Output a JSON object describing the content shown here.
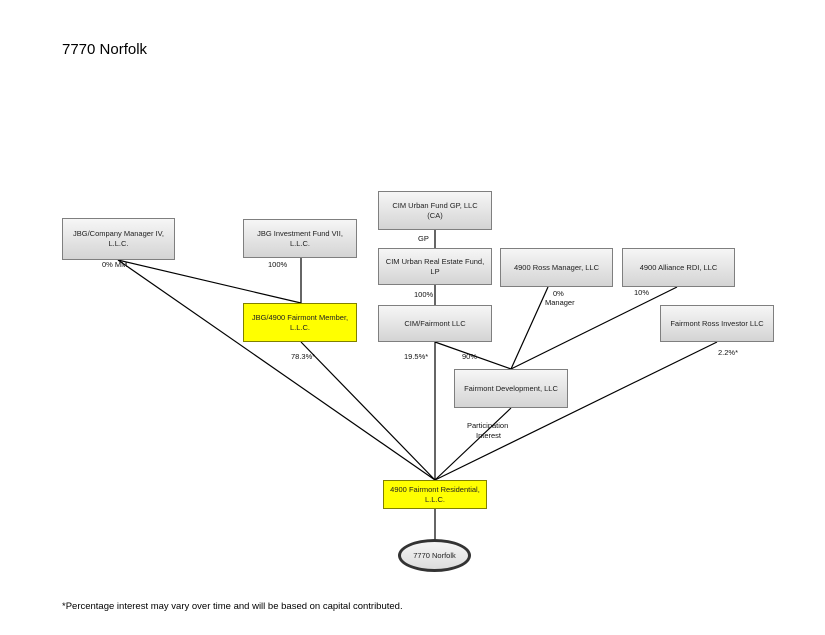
{
  "title": "7770 Norfolk",
  "footnote": "*Percentage interest may vary over time and will be based on capital contributed.",
  "entities": {
    "jbg_company_manager": "JBG/Company Manager IV, L.L.C.",
    "jbg_investment_fund": "JBG Investment Fund VII, L.L.C.",
    "cim_fund_gp": "CIM Urban Fund GP, LLC (CA)",
    "cim_real_estate_fund": "CIM Urban Real Estate Fund, LP",
    "ross_manager": "4900 Ross Manager, LLC",
    "alliance_rdi": "4900 Alliance RDI, LLC",
    "jbg_fairmont_member": "JBG/4900 Fairmont Member, L.L.C.",
    "cim_fairmont": "CIM/Fairmont LLC",
    "fairmont_ross_investor": "Fairmont Ross Investor LLC",
    "fairmont_development": "Fairmont Development, LLC",
    "fairmont_residential": "4900 Fairmont Residential, L.L.C.",
    "norfolk": "7770 Norfolk"
  },
  "labels": {
    "gp": "GP",
    "mm_0": "0% MM",
    "pct_100_jbg": "100%",
    "pct_100_cim": "100%",
    "manager_0": "0%",
    "manager_word": "Manager",
    "pct_10": "10%",
    "pct_783": "78.3%*",
    "pct_195": "19.5%*",
    "pct_90": "90%",
    "pct_22": "2.2%*",
    "participation_1": "Participation",
    "participation_2": "Interest"
  }
}
